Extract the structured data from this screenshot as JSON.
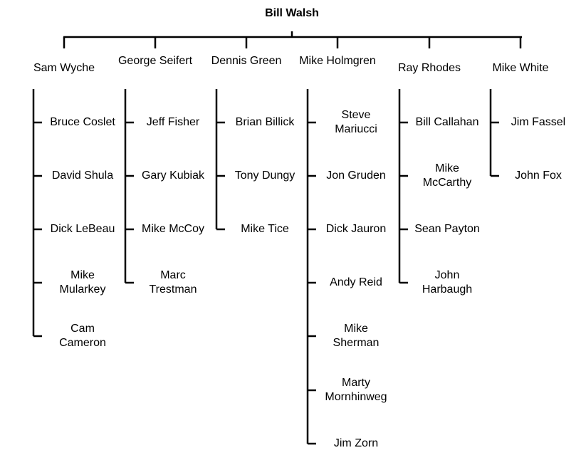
{
  "root": {
    "name": "Bill Walsh"
  },
  "branches": [
    {
      "name": "Sam Wyche",
      "children": [
        "Bruce Coslet",
        "David Shula",
        "Dick LeBeau",
        "Mike Mularkey",
        "Cam Cameron"
      ]
    },
    {
      "name": "George Seifert",
      "children": [
        "Jeff Fisher",
        "Gary Kubiak",
        "Mike McCoy",
        "Marc Trestman"
      ]
    },
    {
      "name": "Dennis Green",
      "children": [
        "Brian Billick",
        "Tony Dungy",
        "Mike Tice"
      ]
    },
    {
      "name": "Mike Holmgren",
      "children": [
        "Steve Mariucci",
        "Jon Gruden",
        "Dick Jauron",
        "Andy Reid",
        "Mike Sherman",
        "Marty Mornhinweg",
        "Jim Zorn"
      ]
    },
    {
      "name": "Ray Rhodes",
      "children": [
        "Bill Callahan",
        "Mike McCarthy",
        "Sean Payton",
        "John Harbaugh"
      ]
    },
    {
      "name": "Mike White",
      "children": [
        "Jim Fassel",
        "John Fox"
      ]
    }
  ]
}
